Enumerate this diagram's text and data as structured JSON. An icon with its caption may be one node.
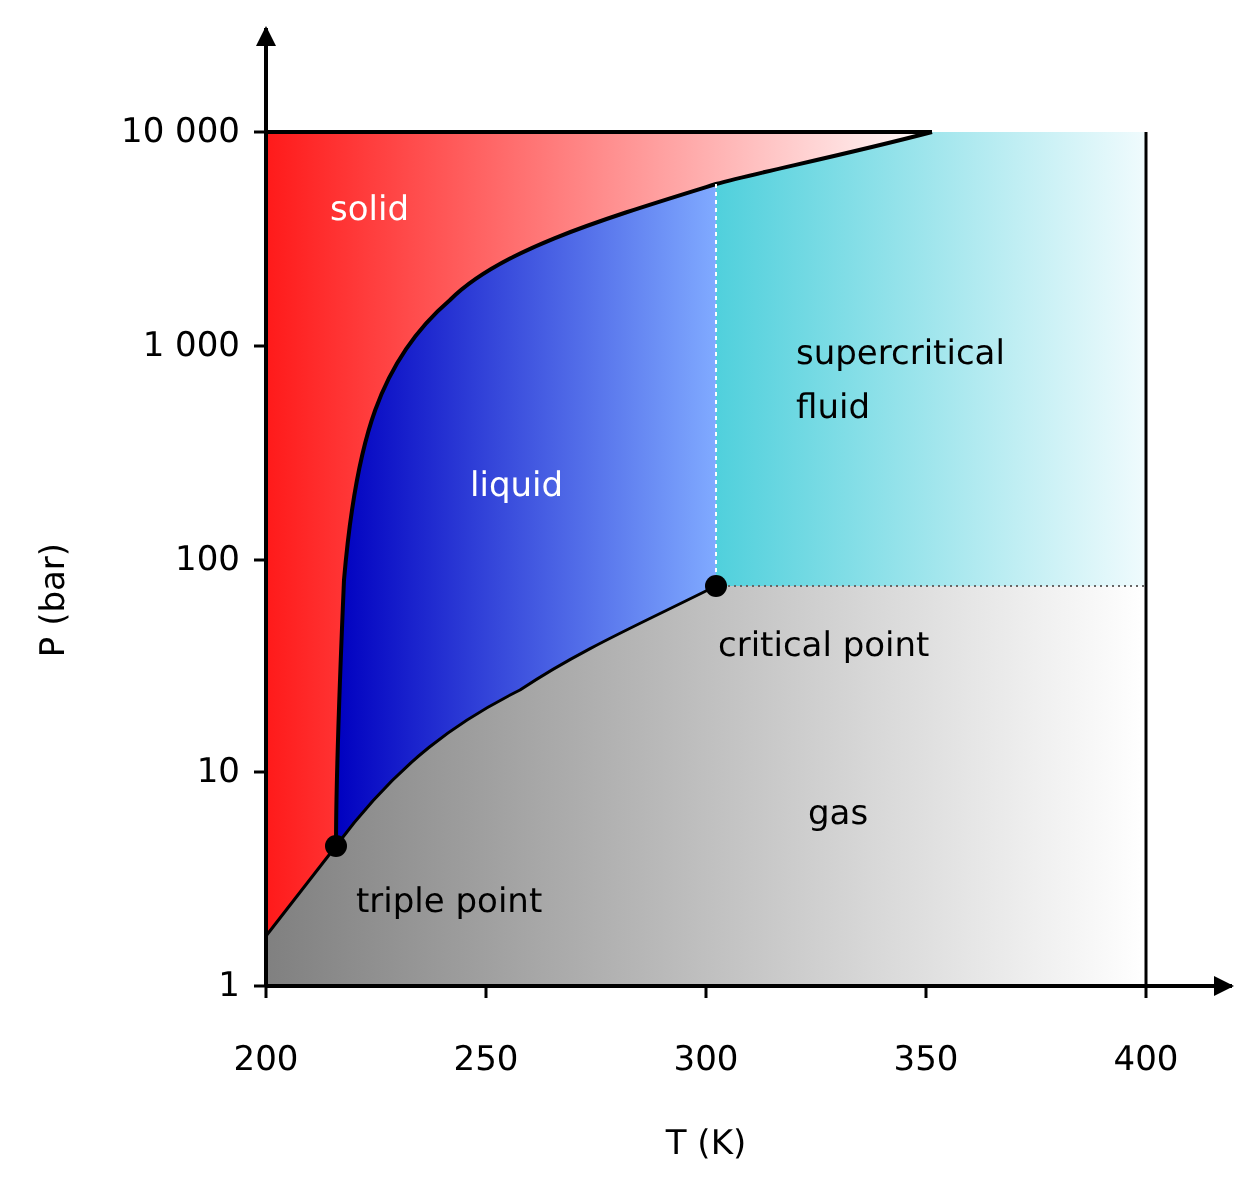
{
  "diagram": {
    "labels": [
      "10 000",
      "1 000",
      "100",
      "10",
      "1",
      "P (bar)",
      "200",
      "250",
      "300",
      "350",
      "400",
      "T (K)",
      "solid",
      "liquid",
      "supercritical fluid",
      "gas",
      "critical point",
      "triple point"
    ]
  }
}
